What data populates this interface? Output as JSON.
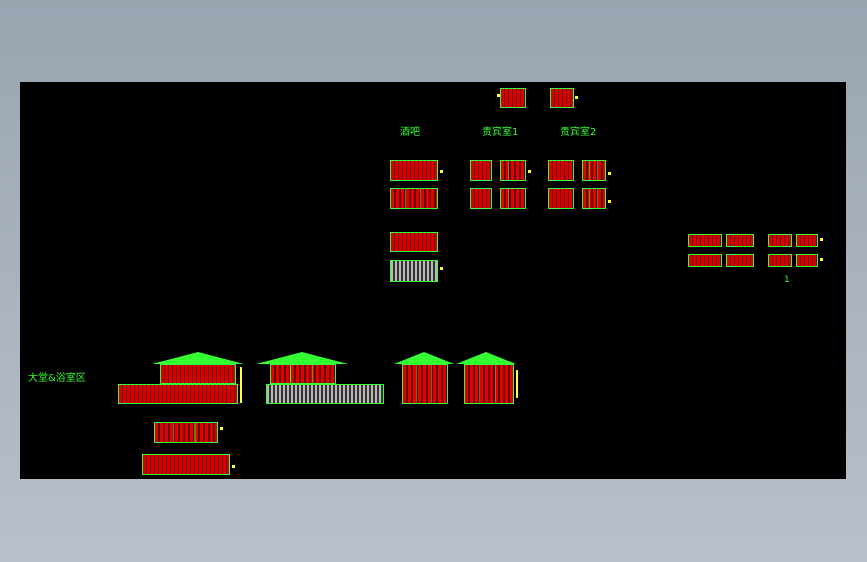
{
  "labels": {
    "bar": "酒吧",
    "guest_room_1": "贵宾室1",
    "guest_room_2": "贵宾室2",
    "lobby_bath": "大堂&浴室区",
    "small_mark": "1"
  },
  "colors": {
    "background": "#000000",
    "line_green": "#33ff33",
    "fill_red": "#d60000",
    "mark_yellow": "#ffff33",
    "viewport": "#a0a9b5"
  }
}
